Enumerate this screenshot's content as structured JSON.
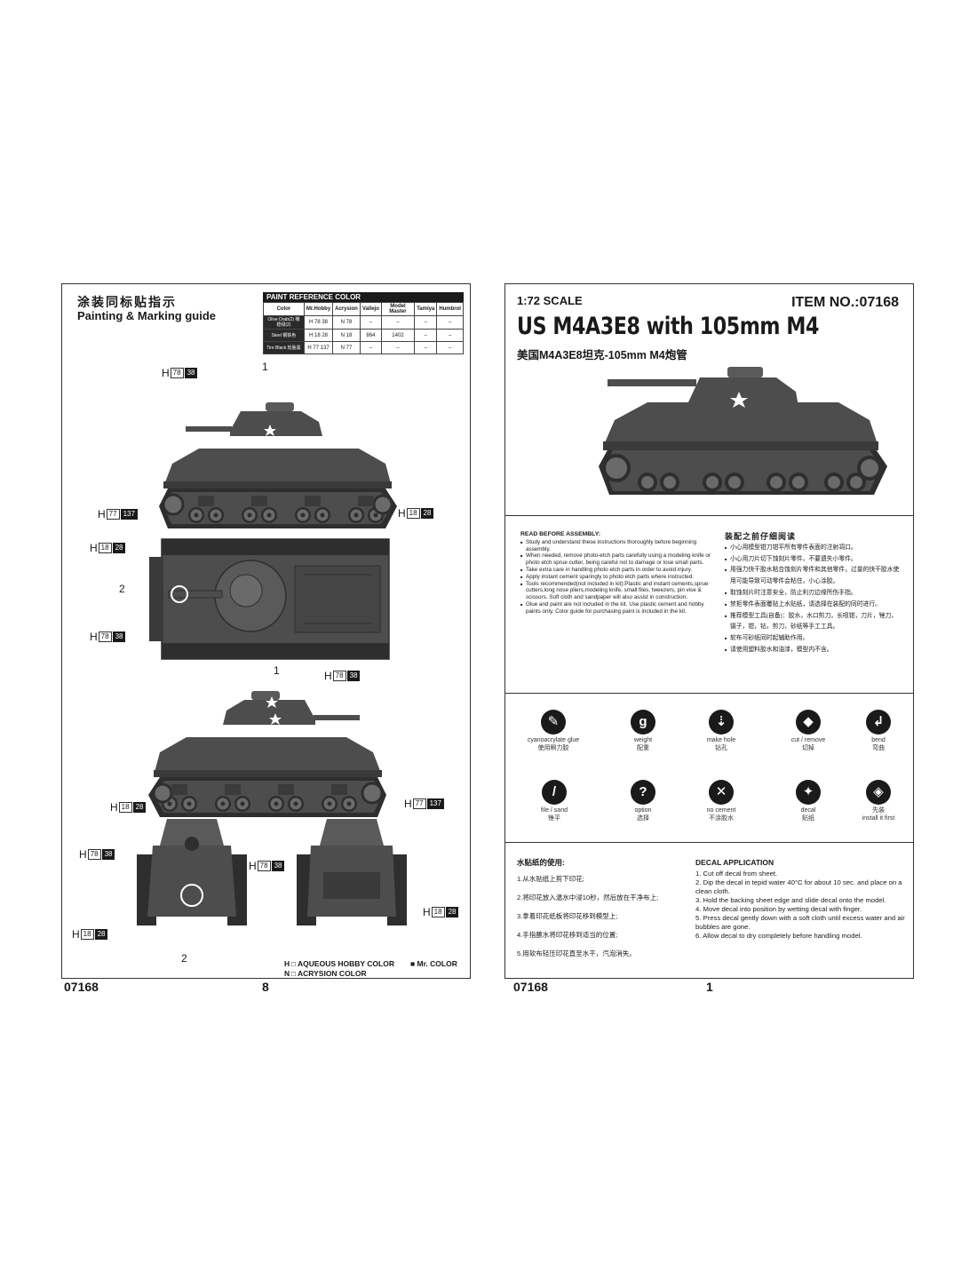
{
  "left_page": {
    "title_cn": "涂装同标贴指示",
    "title_en": "Painting & Marking guide",
    "paint_table": {
      "caption": "PAINT  REFERENCE COLOR",
      "headers": [
        "Color",
        "Mr.Hobby",
        "Acrysion",
        "Vallejo",
        "Model Master",
        "Tamiya",
        "Humbrol"
      ],
      "rows": [
        {
          "name": "Olive Drab(2) 橄榄绿(2)",
          "mrhobby": "H 78 38",
          "acrysion": "N 78",
          "vallejo": "–",
          "model_master": "–",
          "tamiya": "–",
          "humbrol": "–"
        },
        {
          "name": "Steel 钢铁色",
          "mrhobby": "H 18 28",
          "acrysion": "N 18",
          "vallejo": "864",
          "model_master": "1402",
          "tamiya": "–",
          "humbrol": "–"
        },
        {
          "name": "Tire Black 轮胎黑",
          "mrhobby": "H 77 137",
          "acrysion": "N 77",
          "vallejo": "–",
          "model_master": "–",
          "tamiya": "–",
          "humbrol": "–"
        }
      ]
    },
    "labels": {
      "h78": {
        "prefix": "H",
        "box": "78",
        "blk": "38"
      },
      "h18": {
        "prefix": "H",
        "box": "18",
        "blk": "28"
      },
      "h77": {
        "prefix": "H",
        "box": "77",
        "blk": "137"
      }
    },
    "callouts": {
      "one": "1",
      "two": "2"
    },
    "legend": {
      "aqueous": "H □ AQUEOUS HOBBY COLOR",
      "mrcolor": "Mr. COLOR",
      "acrysion": "N □ ACRYSION COLOR"
    },
    "footer_code": "07168",
    "page_number": "8"
  },
  "right_page": {
    "scale": "1:72 SCALE",
    "item_no": "ITEM NO.:07168",
    "title": "US M4A3E8 with 105mm M4",
    "subtitle": "美国M4A3E8坦克-105mm M4炮管",
    "read_before_en": {
      "head": "READ BEFORE ASSEMBLY:",
      "items": [
        "Study and understand these instructions thoroughly before beginning assembly.",
        "When needed, remove photo-etch parts carefully using a modeling knife or photo etch sprue cutter, being careful not to damage or lose small parts.",
        "Take extra care in handling photo etch parts in order to avoid injury.",
        "Apply instant cement sparingly to photo etch parts where instructed.",
        "Tools recommended(not included in kit):Plastic and instant cements,sprue cutters,long nose pliers,modeling knife, small files, tweezers, pin vise & scissors. Soft cloth and sandpaper will also assist in construction.",
        "Glue and paint are not included in the kit. Use plastic cement and hobby paints only. Color guide for purchasing paint is included in the kit."
      ]
    },
    "read_before_cn": {
      "head": "装配之前仔细阅读",
      "items": [
        "小心用模型钳刀钳平所有零件表面的注射凋口。",
        "小心用刀片切下蚀刻片零件，不要遗失小零件。",
        "用强力快干胶水粘合蚀刻片零件和其他零件，过量的快干胶水使用可能导致可动零件会粘住，小心涂胶。",
        "取蚀刻片时注意安全，防止利刃边缘所伤手指。",
        "禁拒零件表面覆贴上水贴纸，请选择在装配的同时进行。",
        "推荐模型工具(自备)：胶水，水口剪刀，长咀钳，刀片，锉刀，镊子，钳，钻，剪刀，砂纸等手工工具。",
        "软布可砂纸同时起辅助作用。",
        "请使用塑料胶水和油漆，模型内不含。"
      ]
    },
    "symbols": [
      {
        "en": "cyanoacrylate glue",
        "cn": "使用瞬力胶",
        "icon": "glue-icon",
        "glyph": "✎"
      },
      {
        "en": "weight",
        "cn": "配重",
        "icon": "weight-icon",
        "glyph": "g"
      },
      {
        "en": "make hole",
        "cn": "钻孔",
        "icon": "drill-icon",
        "glyph": "⇣"
      },
      {
        "en": "cut / remove",
        "cn": "切掉",
        "icon": "cut-icon",
        "glyph": "◆"
      },
      {
        "en": "bend",
        "cn": "弯曲",
        "icon": "bend-icon",
        "glyph": "↲"
      },
      {
        "en": "file / sand",
        "cn": "锉平",
        "icon": "file-icon",
        "glyph": "/"
      },
      {
        "en": "option",
        "cn": "选择",
        "icon": "option-icon",
        "glyph": "?"
      },
      {
        "en": "no cement",
        "cn": "不涂胶水",
        "icon": "no-cement-icon",
        "glyph": "✕"
      },
      {
        "en": "decal",
        "cn": "贴纸",
        "icon": "decal-icon",
        "glyph": "✦"
      },
      {
        "en": "先装",
        "cn": "install it first",
        "icon": "install-first-icon",
        "glyph": "◈"
      }
    ],
    "decal_cn": {
      "head": "水贴纸的使用:",
      "items": [
        "1.从水贴纸上剪下印花;",
        "2.将印花放入温水中浸10秒，然后放在干净布上;",
        "3.拿着印花纸板将印花移到模型上;",
        "4.手指蘸水将印花移到适当的位置;",
        "5.用软布轻压印花直至水干，汽泡消失。"
      ]
    },
    "decal_en": {
      "head": "DECAL APPLICATION",
      "items": [
        "1. Cut off decal from sheet.",
        "2. Dip the decal in tepid water 40°C for about 10 sec. and place on a clean cloth.",
        "3. Hold the backing sheet edge and slide decal onto the model.",
        "4. Move decal into position by wetting decal with finger.",
        "5. Press decal gently down with a soft cloth until excess water and air bubbles are gone.",
        "6. Allow decal to dry completely before handling model."
      ]
    },
    "footer_code": "07168",
    "page_number": "1"
  },
  "colors": {
    "tank_body": "#4d4d4d",
    "tank_dark": "#2e2e2e",
    "tank_light": "#6a6a6a",
    "ink": "#1a1a1a"
  }
}
